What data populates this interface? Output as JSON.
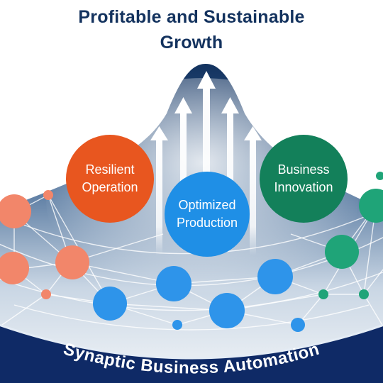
{
  "title": {
    "line1": "Profitable and Sustainable",
    "line2": "Growth"
  },
  "circles": [
    {
      "line1": "Resilient",
      "line2": "Operation",
      "color": "#e8561f"
    },
    {
      "line1": "Optimized",
      "line2": "Production",
      "color": "#1f8fe6"
    },
    {
      "line1": "Business",
      "line2": "Innovation",
      "color": "#13805a"
    }
  ],
  "banner": {
    "text": "Synaptic Business Automation",
    "color": "#0f2a66"
  },
  "colors": {
    "mountain_dark": "#1a3f78",
    "network_left": "#f2866a",
    "network_center": "#2e94ea",
    "network_right": "#1fa478"
  }
}
